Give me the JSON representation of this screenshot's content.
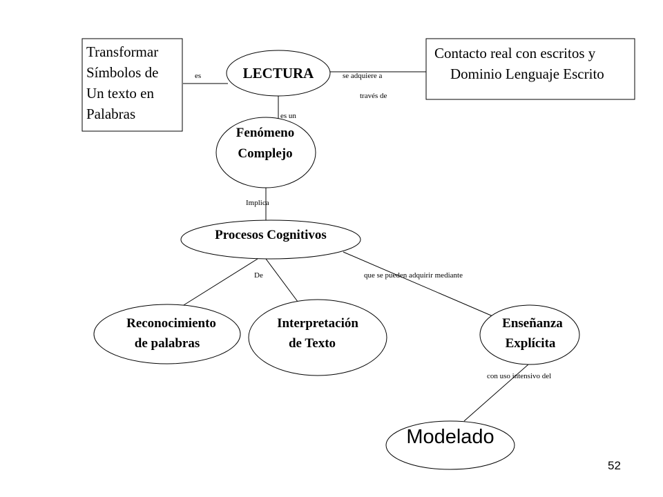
{
  "nodes": {
    "transformar": {
      "lines": [
        "Transformar",
        "Símbolos de",
        "Un texto en",
        "Palabras"
      ]
    },
    "contacto": {
      "lines": [
        "Contacto real con escritos y",
        "Dominio Lenguaje Escrito"
      ]
    },
    "lectura": {
      "label": "LECTURA"
    },
    "fenomeno": {
      "lines": [
        "Fenómeno",
        "Complejo"
      ]
    },
    "procesos": {
      "label": "Procesos Cognitivos"
    },
    "reconocimiento": {
      "lines": [
        "Reconocimiento",
        "de palabras"
      ]
    },
    "interpretacion": {
      "lines": [
        "Interpretación",
        "de Texto"
      ]
    },
    "ensenanza": {
      "lines": [
        "Enseñanza",
        "Explícita"
      ]
    },
    "modelado": {
      "label": "Modelado"
    }
  },
  "links": {
    "es": "es",
    "se_adquiere": "se adquiere a",
    "traves_de": "través de",
    "es_un": "es un",
    "implica": "Implica",
    "de": "De",
    "que_se_pueden": "que se pueden adquirir mediante",
    "con_uso": "con uso intensivo del"
  },
  "page_number": "52"
}
